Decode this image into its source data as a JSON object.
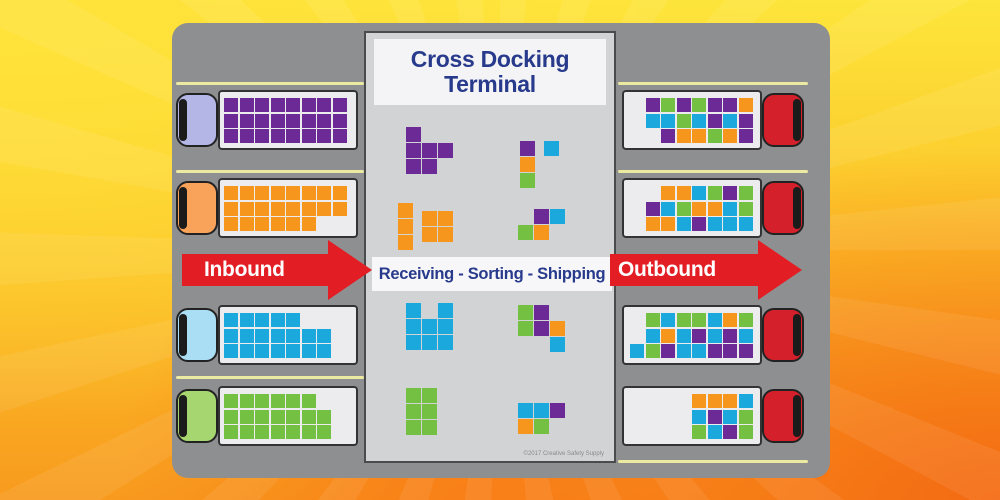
{
  "colors": {
    "purple": "#6b2a95",
    "orange": "#f7961c",
    "blue": "#1ba9dd",
    "green": "#73c043",
    "arrow_red": "#e31d24",
    "title_navy": "#283a8c",
    "road_gray": "#8e8f91",
    "lane_line": "#ece9a0"
  },
  "terminal": {
    "title_line1": "Cross Docking",
    "title_line2": "Terminal",
    "process_label": "Receiving - Sorting - Shipping",
    "copyright": "©2017 Creative Safety Supply"
  },
  "arrows": {
    "inbound": "Inbound",
    "outbound": "Outbound"
  },
  "inbound_trucks": [
    {
      "cab_color": "#b4b7e6",
      "cargo_color": "purple",
      "rows": [
        8,
        8,
        8
      ]
    },
    {
      "cab_color": "#f9a35a",
      "cargo_color": "orange",
      "rows": [
        8,
        8,
        6
      ]
    },
    {
      "cab_color": "#a9def4",
      "cargo_color": "blue",
      "rows": [
        5,
        7,
        7
      ]
    },
    {
      "cab_color": "#a6d66f",
      "cargo_color": "green",
      "rows": [
        6,
        7,
        7
      ]
    }
  ],
  "outbound_trucks": [
    {
      "cab_color": "#d4202a",
      "rows": [
        [
          "P",
          "G",
          "P",
          "G",
          "P",
          "P",
          "O"
        ],
        [
          "B",
          "B",
          "G",
          "B",
          "P",
          "B",
          "P"
        ],
        [
          "P",
          "O",
          "O",
          "G",
          "O",
          "P"
        ]
      ]
    },
    {
      "cab_color": "#d4202a",
      "rows": [
        [
          "O",
          "O",
          "B",
          "G",
          "P",
          "G"
        ],
        [
          "P",
          "B",
          "G",
          "O",
          "O",
          "B",
          "G"
        ],
        [
          "O",
          "O",
          "B",
          "P",
          "B",
          "B",
          "B"
        ]
      ]
    },
    {
      "cab_color": "#d4202a",
      "rows": [
        [
          "G",
          "B",
          "G",
          "G",
          "B",
          "O",
          "G"
        ],
        [
          "B",
          "O",
          "B",
          "P",
          "B",
          "P",
          "B"
        ],
        [
          "B",
          "G",
          "P",
          "B",
          "B",
          "P",
          "P",
          "P"
        ]
      ]
    },
    {
      "cab_color": "#d4202a",
      "rows": [
        [
          "O",
          "O",
          "O",
          "B"
        ],
        [
          "B",
          "P",
          "B",
          "G"
        ],
        [
          "G",
          "B",
          "P",
          "G"
        ]
      ]
    }
  ],
  "sorting_groups": [
    {
      "name": "purple-group",
      "cells": [
        [
          0,
          0,
          "P"
        ],
        [
          0,
          1,
          "P"
        ],
        [
          1,
          1,
          "P"
        ],
        [
          2,
          1,
          "P"
        ],
        [
          0,
          2,
          "P"
        ],
        [
          1,
          2,
          "P"
        ]
      ]
    },
    {
      "name": "mixed-group-1",
      "cells": [
        [
          0,
          0,
          "P"
        ],
        [
          0,
          1,
          "O"
        ],
        [
          0,
          2,
          "G"
        ],
        [
          1.5,
          0,
          "B"
        ]
      ]
    },
    {
      "name": "orange-group",
      "cells": [
        [
          0,
          0,
          "O"
        ],
        [
          0,
          1,
          "O"
        ],
        [
          0,
          2,
          "O"
        ],
        [
          1.5,
          0.5,
          "O"
        ],
        [
          2.5,
          0.5,
          "O"
        ],
        [
          1.5,
          1.5,
          "O"
        ],
        [
          2.5,
          1.5,
          "O"
        ]
      ]
    },
    {
      "name": "mixed-group-2",
      "cells": [
        [
          1,
          0,
          "P"
        ],
        [
          2,
          0,
          "B"
        ],
        [
          0,
          1,
          "G"
        ],
        [
          1,
          1,
          "O"
        ]
      ]
    },
    {
      "name": "blue-group",
      "cells": [
        [
          0,
          0,
          "B"
        ],
        [
          2,
          0,
          "B"
        ],
        [
          0,
          1,
          "B"
        ],
        [
          1,
          1,
          "B"
        ],
        [
          2,
          1,
          "B"
        ],
        [
          0,
          2,
          "B"
        ],
        [
          1,
          2,
          "B"
        ],
        [
          2,
          2,
          "B"
        ]
      ]
    },
    {
      "name": "mixed-group-3",
      "cells": [
        [
          0,
          0,
          "G"
        ],
        [
          1,
          0,
          "P"
        ],
        [
          0,
          1,
          "G"
        ],
        [
          1,
          1,
          "P"
        ],
        [
          2,
          1,
          "O"
        ],
        [
          2,
          2,
          "B"
        ]
      ]
    },
    {
      "name": "green-group",
      "cells": [
        [
          0,
          0,
          "G"
        ],
        [
          1,
          0,
          "G"
        ],
        [
          0,
          1,
          "G"
        ],
        [
          1,
          1,
          "G"
        ],
        [
          0,
          2,
          "G"
        ],
        [
          1,
          2,
          "G"
        ]
      ]
    },
    {
      "name": "mixed-group-4",
      "cells": [
        [
          0,
          0,
          "B"
        ],
        [
          1,
          0,
          "B"
        ],
        [
          2,
          0,
          "P"
        ],
        [
          0,
          1,
          "O"
        ],
        [
          1,
          1,
          "G"
        ]
      ]
    }
  ]
}
